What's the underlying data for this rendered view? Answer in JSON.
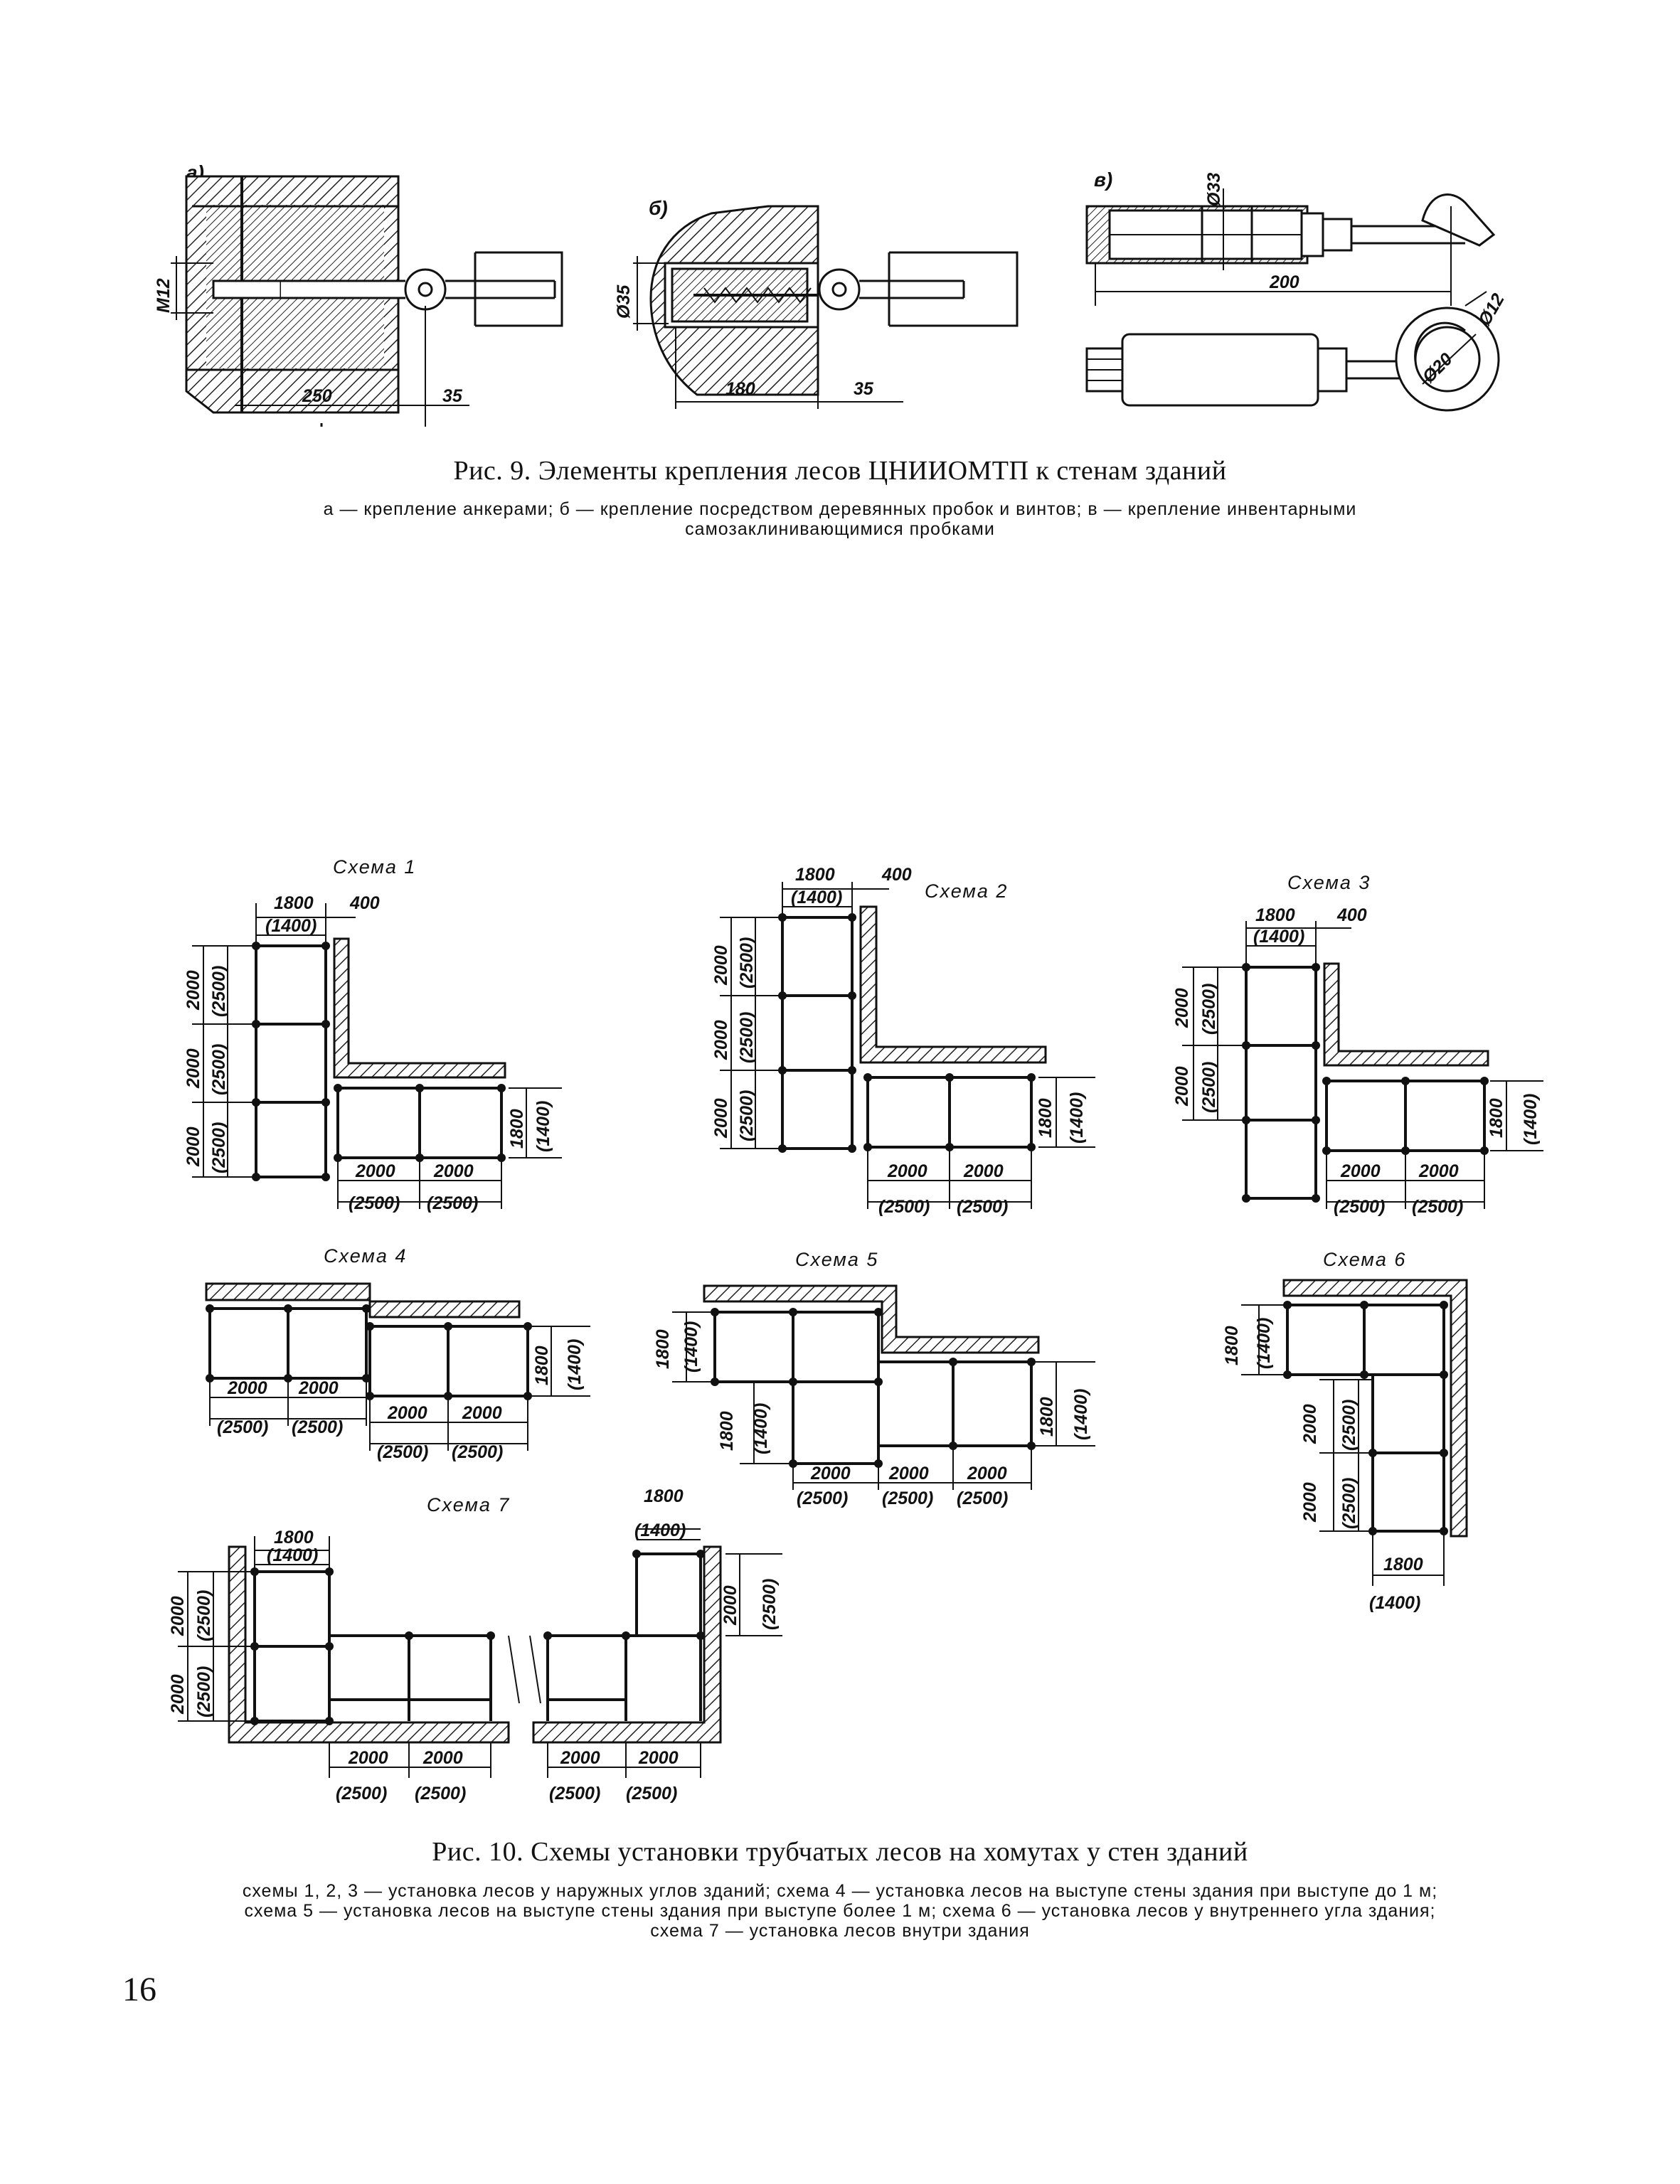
{
  "fig9": {
    "labels": {
      "a": "а)",
      "b": "б)",
      "v": "в)"
    },
    "dims_a": {
      "m12": "M12",
      "d250": "250",
      "d35": "35"
    },
    "dims_b": {
      "d35": "Ø35",
      "d180": "180",
      "d35b": "35"
    },
    "dims_v": {
      "d33": "Ø33",
      "d200": "200",
      "d12": "Ø12",
      "d20": "Ø20"
    },
    "caption": "Рис. 9. Элементы крепления лесов ЦНИИОМТП к стенам зданий",
    "legend_line1": "а — крепление анкерами; б — крепление посредством деревянных пробок и винтов; в — крепление инвентарными",
    "legend_line2": "самозаклинивающимися пробками"
  },
  "fig10": {
    "s1": {
      "title": "Схема 1",
      "d1800": "1800",
      "d400": "400",
      "d1400": "(1400)",
      "v2000": "2000",
      "v2500": "(2500)",
      "h2000": "2000",
      "h2500": "(2500)",
      "r1800": "1800",
      "r1400": "(1400)"
    },
    "s2": {
      "title": "Схема 2",
      "d1800": "1800",
      "d400": "400",
      "d1400": "(1400)",
      "v2000": "2000",
      "v2500": "(2500)",
      "h2000": "2000",
      "h2500": "(2500)",
      "r1800": "1800",
      "r1400": "(1400)"
    },
    "s3": {
      "title": "Схема 3",
      "d1800": "1800",
      "d400": "400",
      "d1400": "(1400)",
      "v2000": "2000",
      "v2500": "(2500)",
      "h2000": "2000",
      "h2500": "(2500)",
      "r1800": "1800",
      "r1400": "(1400)"
    },
    "s4": {
      "title": "Схема 4",
      "h2000": "2000",
      "h2500": "(2500)",
      "r1800": "1800",
      "r1400": "(1400)"
    },
    "s5": {
      "title": "Схема 5",
      "v1800": "1800",
      "v1400": "(1400)",
      "h2000": "2000",
      "h2500": "(2500)",
      "r1800": "1800",
      "r1400": "(1400)"
    },
    "s6": {
      "title": "Схема 6",
      "v1800": "1800",
      "v1400": "(1400)",
      "v2000": "2000",
      "v2500": "(2500)",
      "b1800": "1800",
      "b1400": "(1400)"
    },
    "s7": {
      "title": "Схема 7",
      "d1800": "1800",
      "d1400": "(1400)",
      "v2000": "2000",
      "v2500": "(2500)",
      "h2000": "2000",
      "h2500": "(2500)"
    },
    "caption": "Рис. 10. Схемы установки трубчатых лесов на хомутах у стен зданий",
    "legend_line1": "схемы 1, 2, 3 — установка лесов у наружных углов зданий; схема 4 — установка лесов на выступе стены здания при выступе до 1 м;",
    "legend_line2": "схема 5 — установка лесов на выступе стены здания при выступе более 1 м; схема 6 — установка лесов у внутреннего угла здания;",
    "legend_line3": "схема 7 — установка лесов внутри здания"
  },
  "page_number": "16"
}
